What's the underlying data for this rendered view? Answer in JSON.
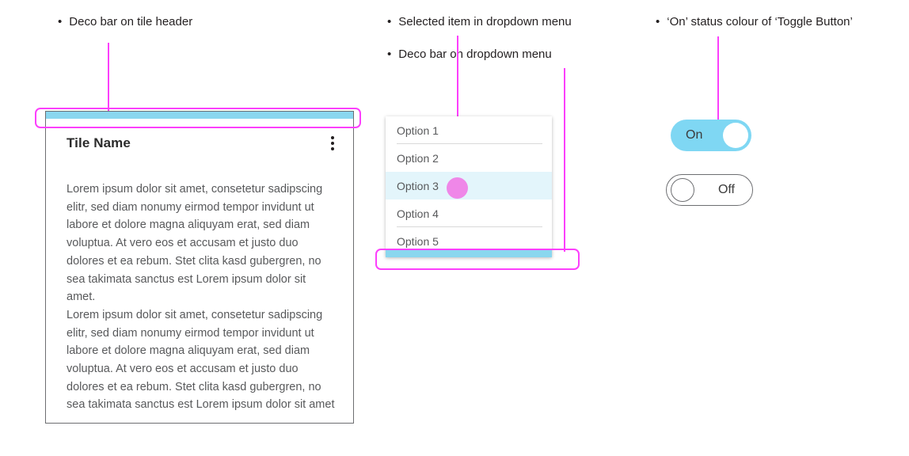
{
  "annotations": [
    {
      "bullet": "•",
      "text": "Deco bar on tile header"
    },
    {
      "bullet": "•",
      "text": "Selected item in dropdown menu"
    },
    {
      "bullet": "•",
      "text": "Deco bar on dropdown menu"
    },
    {
      "bullet": "•",
      "text": "‘On’ status colour of ‘Toggle Button’"
    }
  ],
  "tile": {
    "title": "Tile Name",
    "menu_icon": "kebab-menu-icon",
    "deco_bar_color": "#8AD7EF",
    "paragraphs": [
      "Lorem ipsum dolor sit amet, consetetur sadipscing elitr, sed diam nonumy eirmod tempor invidunt ut labore et dolore magna aliquyam erat, sed diam voluptua. At vero eos et accusam et justo duo dolores et ea rebum. Stet clita kasd gubergren, no sea takimata sanctus est Lorem ipsum dolor sit amet.",
      "Lorem ipsum dolor sit amet, consetetur sadipscing elitr, sed diam nonumy eirmod tempor invidunt ut labore et dolore magna aliquyam erat, sed diam voluptua. At vero eos et accusam et justo duo dolores et ea rebum. Stet clita kasd gubergren, no sea takimata sanctus est Lorem ipsum dolor sit amet"
    ]
  },
  "dropdown": {
    "deco_bar_color": "#8AD7EF",
    "selected_index": 2,
    "selected_background": "#E3F5FB",
    "items": [
      {
        "label": "Option 1"
      },
      {
        "label": "Option 2"
      },
      {
        "label": "Option 3"
      },
      {
        "label": "Option 4"
      },
      {
        "label": "Option 5"
      }
    ]
  },
  "toggles": [
    {
      "label": "On",
      "state": "on",
      "color": "#7FD7F3"
    },
    {
      "label": "Off",
      "state": "off",
      "color": "#FFFFFF"
    }
  ],
  "callout": {
    "color": "#FC3FFC",
    "dot_color": "#EF87E8"
  }
}
